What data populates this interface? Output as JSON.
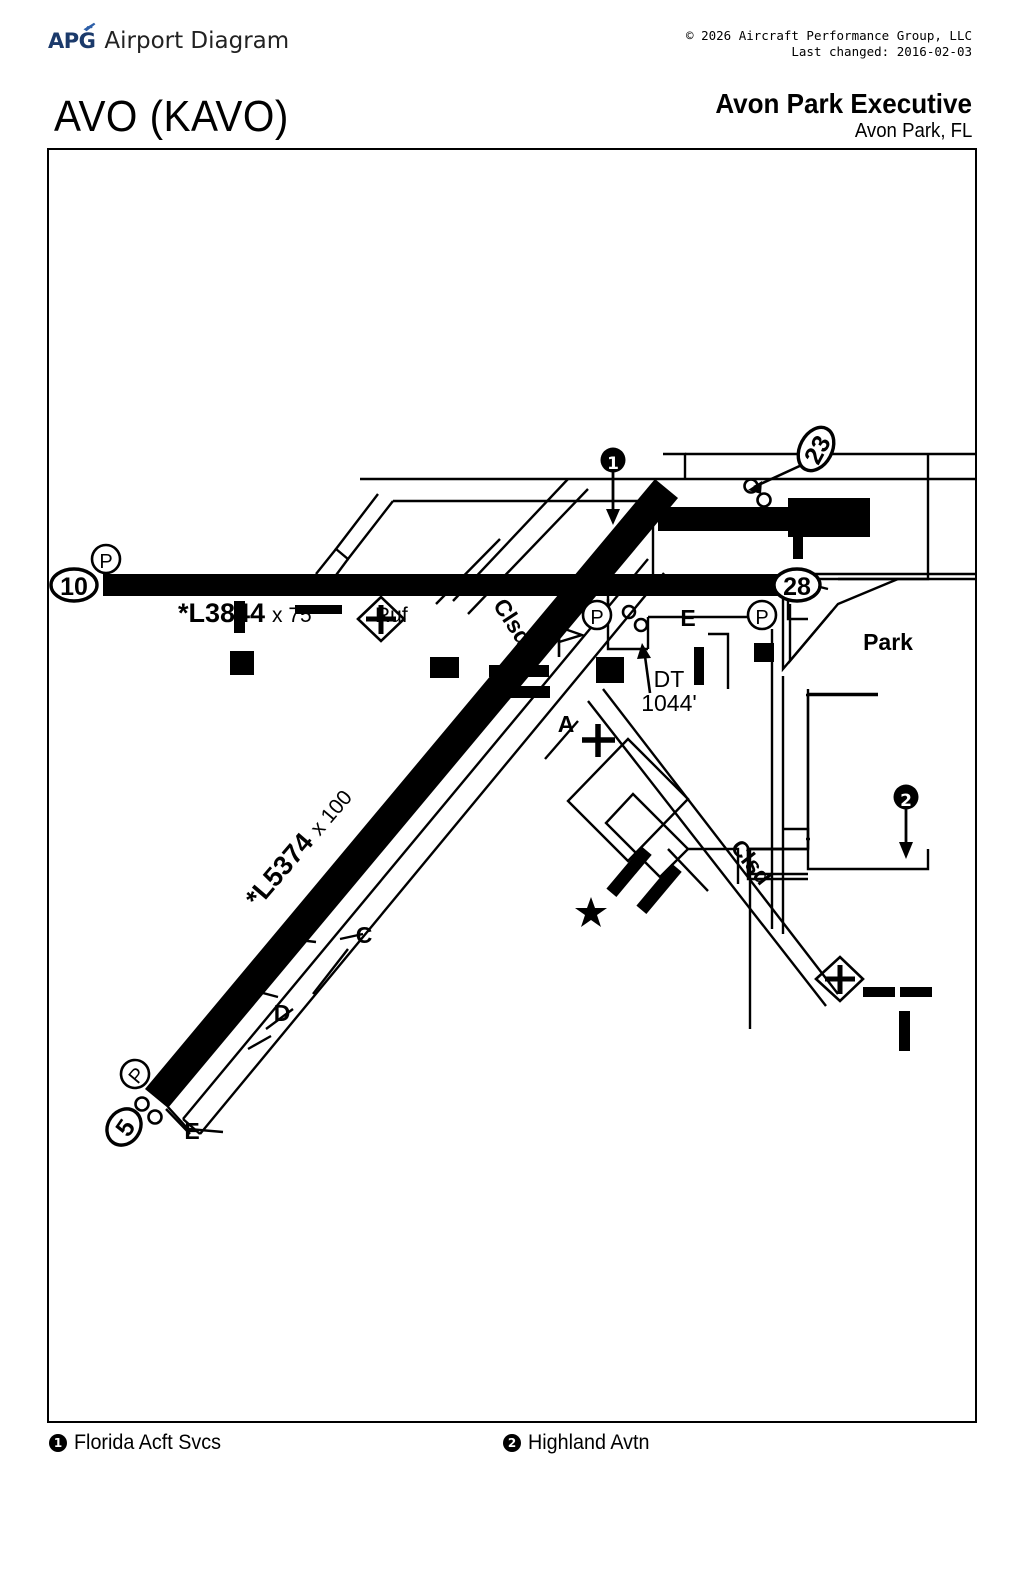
{
  "header": {
    "brand_mark": "APG",
    "brand_plane_icon": "airplane-icon",
    "title": "Airport Diagram",
    "copyright": "© 2026 Aircraft Performance Group, LLC",
    "last_changed": "Last changed: 2016-02-03",
    "brand_color": "#1b3a6b"
  },
  "titles": {
    "ident": "AVO (KAVO)",
    "name": "Avon Park Executive",
    "city": "Avon Park, FL"
  },
  "diagram": {
    "runways": [
      {
        "id": "rwy-10-28",
        "label_surface": "*L3844",
        "label_width": "x 75",
        "end_low": "10",
        "end_high": "28",
        "orientation": "east-west"
      },
      {
        "id": "rwy-05-23",
        "label_surface": "*L5374",
        "label_width": "x 100",
        "end_low": "5",
        "end_high": "23",
        "orientation": "southwest-northeast"
      }
    ],
    "taxiways": [
      {
        "id": "twy-a",
        "label": "A"
      },
      {
        "id": "twy-c",
        "label": "C"
      },
      {
        "id": "twy-d",
        "label": "D"
      },
      {
        "id": "twy-e-east",
        "label": "E"
      },
      {
        "id": "twy-e-southwest",
        "label": "E"
      }
    ],
    "labels": {
      "ruf": "Ruf",
      "park": "Park",
      "clsd_west": "Clsd",
      "clsd_southeast": "Clsd",
      "dt": "DT",
      "dt_distance": "1044'"
    },
    "hotspots": [
      {
        "id": "parking-p-west",
        "label": "P"
      },
      {
        "id": "parking-p-center",
        "label": "P"
      },
      {
        "id": "parking-p-east",
        "label": "P"
      },
      {
        "id": "parking-p-southwest",
        "label": "P"
      }
    ],
    "callouts": [
      {
        "id": "callout-1",
        "label": "1"
      },
      {
        "id": "callout-2",
        "label": "2"
      }
    ],
    "symbols": [
      {
        "id": "airport-reference-point",
        "name": "star-icon"
      },
      {
        "id": "rotating-beacon-northwest",
        "name": "beacon-icon"
      },
      {
        "id": "rotating-beacon-southeast",
        "name": "beacon-icon"
      },
      {
        "id": "windsock-west",
        "name": "windsock-icon"
      },
      {
        "id": "reil-northeast",
        "name": "reil-icon"
      },
      {
        "id": "reil-southwest",
        "name": "reil-icon"
      },
      {
        "id": "reil-center",
        "name": "reil-icon"
      }
    ]
  },
  "legend": {
    "items": [
      {
        "num": "❶",
        "label": "Florida Acft Svcs"
      },
      {
        "num": "❷",
        "label": "Highland Avtn"
      }
    ]
  }
}
